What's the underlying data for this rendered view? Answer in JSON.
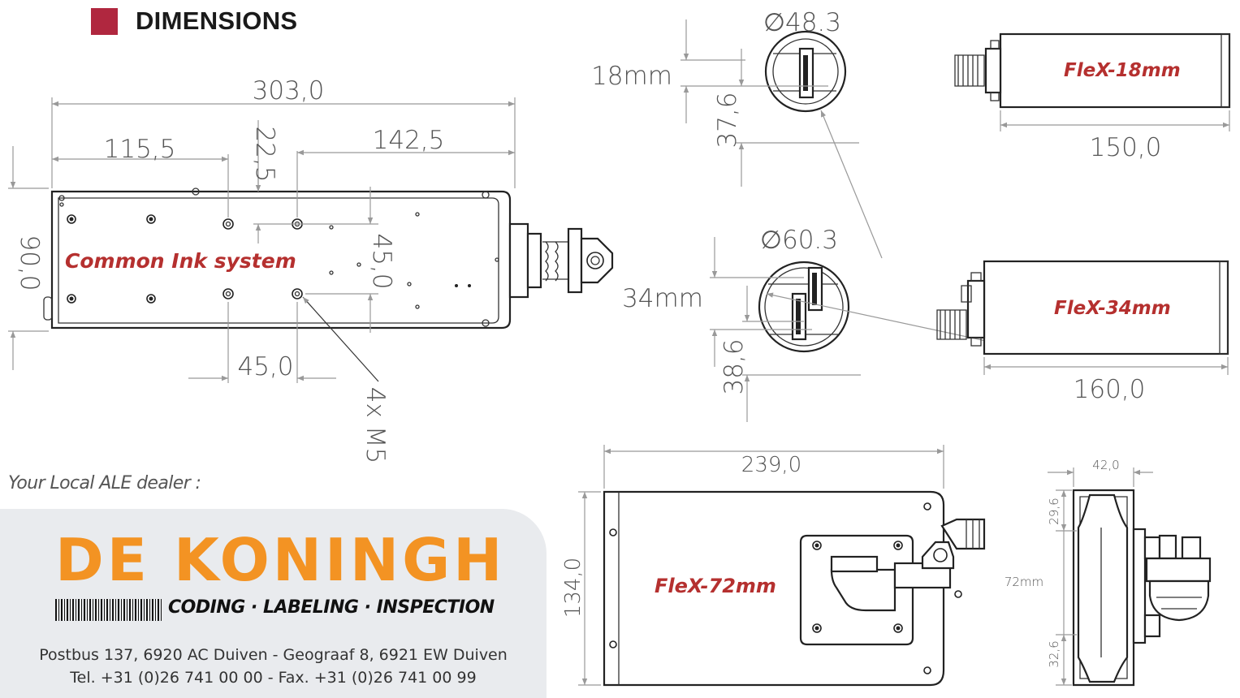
{
  "header": {
    "title": "DIMENSIONS"
  },
  "common_ink": {
    "label": "Common Ink system",
    "dims": {
      "overall_length": "303,0",
      "left_offset": "115,5",
      "right_offset": "142,5",
      "vertical_offset": "22,5",
      "height": "90,0",
      "hole_spacing_v": "45,0",
      "hole_spacing_h": "45,0",
      "holes": "4x M5"
    }
  },
  "flex18": {
    "label": "FleX-18mm",
    "diameter": "∅48.3",
    "width": "18mm",
    "offset": "37,6",
    "length": "150,0"
  },
  "flex34": {
    "label": "FleX-34mm",
    "diameter": "∅60.3",
    "width": "34mm",
    "offset": "38,6",
    "length": "160,0"
  },
  "flex72": {
    "label": "FleX-72mm",
    "length": "239,0",
    "height": "134,0",
    "depth": "42,0",
    "top": "29,6",
    "width": "72mm",
    "bottom": "32,6"
  },
  "dealer": {
    "intro": "Your Local ALE dealer :",
    "name": "DE KONINGH",
    "tagline": "CODING · LABELING · INSPECTION",
    "address": "Postbus 137, 6920 AC Duiven - Geograaf 8, 6921 EW Duiven",
    "phone": "Tel. +31 (0)26 741 00 00 - Fax. +31 (0)26 741 00 99"
  },
  "colors": {
    "brand_orange": "#f39323",
    "accent_red": "#b5302f",
    "title_square": "#b0273f"
  }
}
